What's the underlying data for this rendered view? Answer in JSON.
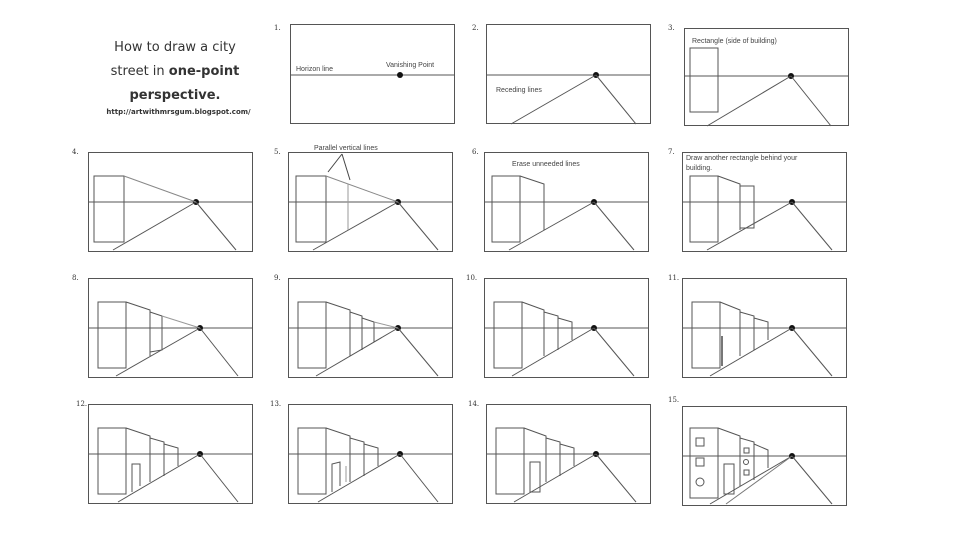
{
  "title": {
    "line1": "How to draw a city",
    "line2a": "street in ",
    "line2b": "one-point",
    "line3": "perspective.",
    "url": "http://artwithmrsgum.blogspot.com/"
  },
  "steps": [
    "1.",
    "2.",
    "3.",
    "4.",
    "5.",
    "6.",
    "7.",
    "8.",
    "9.",
    "10.",
    "11.",
    "12.",
    "13.",
    "14.",
    "15."
  ],
  "labels": {
    "horizon": "Horizon line",
    "vanishing": "Vanishing Point",
    "receding": "Receding lines",
    "rectangle": "Rectangle (side of building)",
    "parallel": "Parallel vertical lines",
    "erase": "Erase unneeded lines",
    "another1": "Draw another rectangle behind your",
    "another2": "building."
  }
}
